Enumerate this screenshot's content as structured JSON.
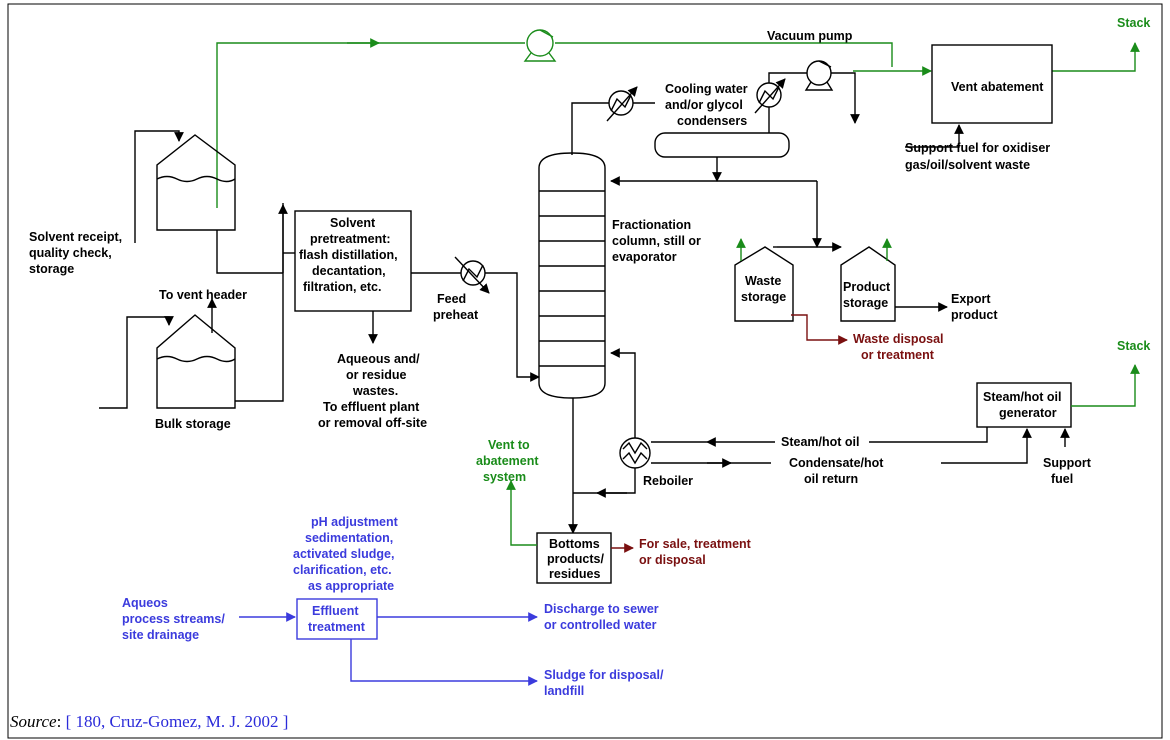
{
  "labels": {
    "stack_top": "Stack",
    "stack_right": "Stack",
    "vacuum_pump": "Vacuum pump",
    "vent_abatement": "Vent abatement",
    "cooling": [
      "Cooling water",
      "and/or glycol",
      "condensers"
    ],
    "support_fuel_oxidiser": [
      "Support fuel for oxidiser",
      "gas/oil/solvent waste"
    ],
    "solvent_receipt": [
      "Solvent receipt,",
      "quality check,",
      "storage"
    ],
    "to_vent_header": "To vent header",
    "bulk_storage": "Bulk storage",
    "pretreatment": [
      "Solvent",
      "pretreatment:",
      "flash distillation,",
      "decantation,",
      "filtration, etc."
    ],
    "feed_preheat": [
      "Feed",
      "preheat"
    ],
    "aqueous_wastes": [
      "Aqueous and/",
      "or residue",
      "wastes.",
      "To effluent plant",
      "or removal off-site"
    ],
    "fractionation": [
      "Fractionation",
      "column, still or",
      "evaporator"
    ],
    "waste_storage": [
      "Waste",
      "storage"
    ],
    "product_storage": [
      "Product",
      "storage"
    ],
    "export_product": [
      "Export",
      "product"
    ],
    "waste_disposal": [
      "Waste disposal",
      "or treatment"
    ],
    "steam_generator": [
      "Steam/hot oil",
      "generator"
    ],
    "steam_hot_oil": "Steam/hot oil",
    "condensate_return": [
      "Condensate/hot",
      "oil return"
    ],
    "support_fuel": [
      "Support",
      "fuel"
    ],
    "reboiler": "Reboiler",
    "vent_to_abatement": [
      "Vent to",
      "abatement",
      "system"
    ],
    "bottoms": [
      "Bottoms",
      "products/",
      "residues"
    ],
    "for_sale": [
      "For sale, treatment",
      "or disposal"
    ],
    "ph_adjustment": [
      "pH adjustment",
      "sedimentation,",
      "activated sludge,",
      "clarification, etc.",
      "as appropriate"
    ],
    "aqueous_streams": [
      "Aqueos",
      "process streams/",
      "site drainage"
    ],
    "effluent_treatment": [
      "Effluent",
      "treatment"
    ],
    "discharge": [
      "Discharge to sewer",
      "or controlled water"
    ],
    "sludge": [
      "Sludge for disposal/",
      "landfill"
    ]
  },
  "source": {
    "label": "Source",
    "separator": ": ",
    "reference": "[ 180, Cruz-Gomez, M. J. 2002 ]"
  },
  "colors": {
    "line": "#000000",
    "vent": "#1a8c1a",
    "effluent": "#3b3bdd",
    "waste": "#7a1010"
  }
}
